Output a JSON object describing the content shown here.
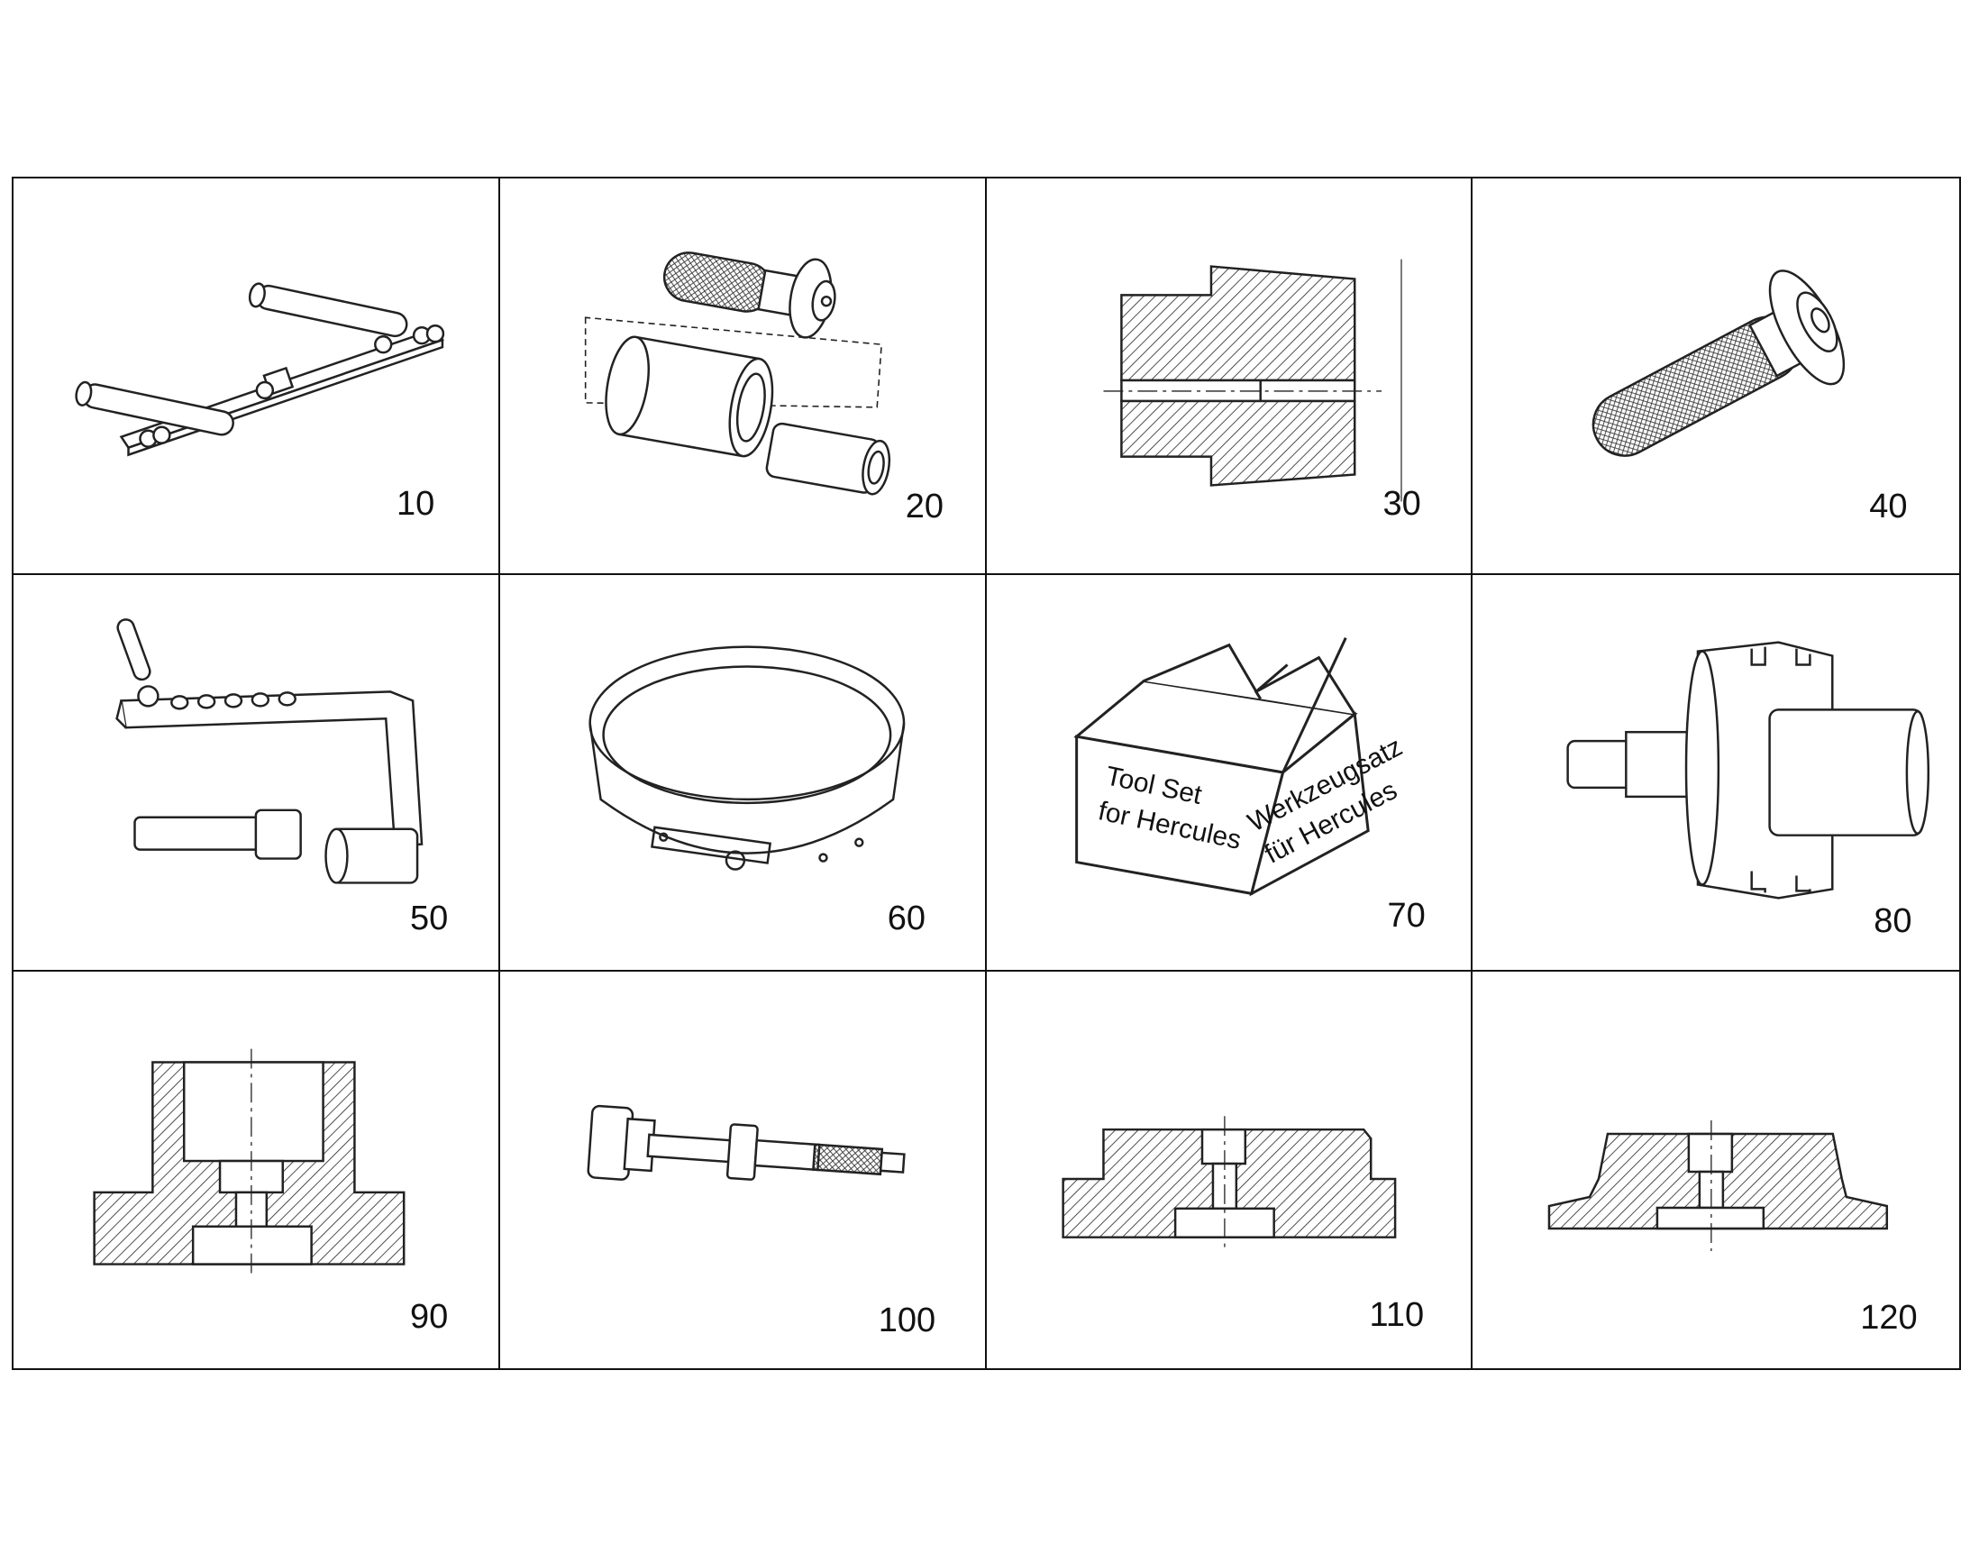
{
  "tools": [
    {
      "number": "10"
    },
    {
      "number": "20"
    },
    {
      "number": "30"
    },
    {
      "number": "40"
    },
    {
      "number": "50"
    },
    {
      "number": "60"
    },
    {
      "number": "70"
    },
    {
      "number": "80"
    },
    {
      "number": "90"
    },
    {
      "number": "100"
    },
    {
      "number": "110"
    },
    {
      "number": "120"
    }
  ],
  "box_label": {
    "en_line1": "Tool Set",
    "en_line2": "for Hercules",
    "de_line1": "Werkzeugsatz",
    "de_line2": "für Hercules"
  }
}
